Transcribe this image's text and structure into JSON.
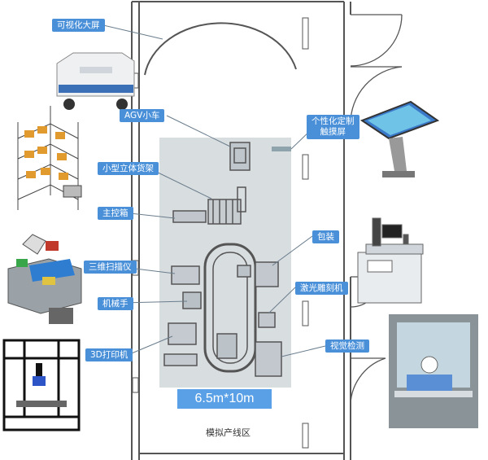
{
  "labels": {
    "big_screen": "可视化大屏",
    "agv": "AGV小车",
    "shelf": "小型立体货架",
    "control_box": "主控箱",
    "scanner": "三维扫描仪",
    "robot_arm": "机械手",
    "printer_3d": "3D打印机",
    "touch_screen_line1": "个性化定制",
    "touch_screen_line2": "触摸屏",
    "packaging": "包装",
    "laser": "激光雕刻机",
    "vision": "视觉检测"
  },
  "dimension": "6.5m*10m",
  "caption": "模拟产线区",
  "colors": {
    "label_bg": "#4a90d9",
    "dim_bg": "#5aa0e6",
    "floor_area": "#d8dde0",
    "wall": "#555555",
    "leader_line": "#6a7d8c"
  }
}
